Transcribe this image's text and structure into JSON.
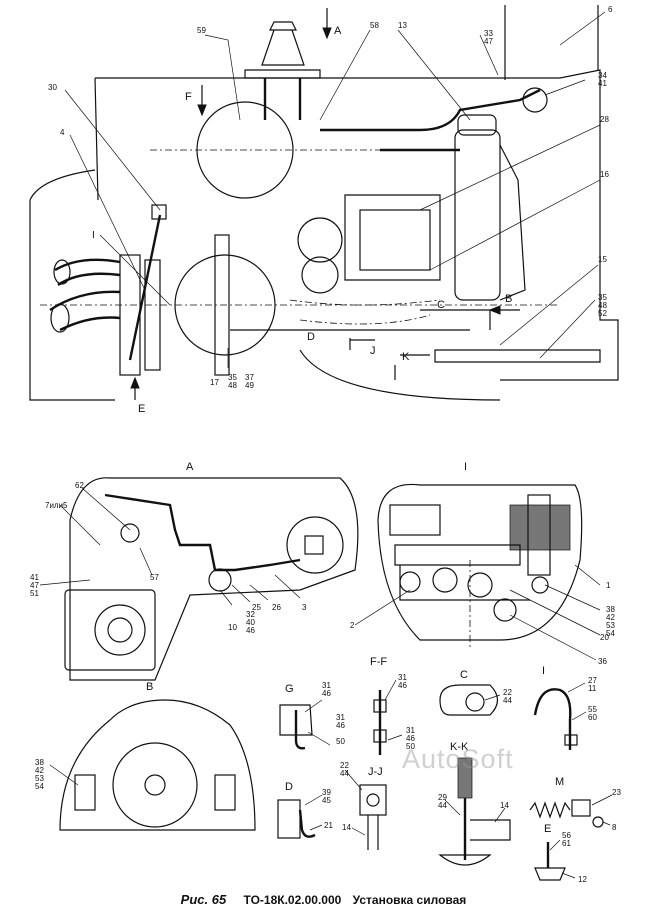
{
  "caption": {
    "fig": "Рис. 65",
    "code": "ТО-18К.02.00.000",
    "title": "Установка силовая"
  },
  "watermark": "AutoSoft",
  "views": {
    "A": "A",
    "I": "I",
    "B": "B",
    "G": "G",
    "F_F": "F-F",
    "C": "C",
    "I2": "I",
    "D": "D",
    "J_J": "J-J",
    "K_K": "K-K",
    "M": "M",
    "E": "E"
  },
  "main": {
    "arrows": {
      "A": "A",
      "F": "F",
      "B": "B",
      "C": "C",
      "D": "D",
      "J": "J",
      "K": "K",
      "E": "E"
    },
    "callouts": {
      "c59": "59",
      "c58": "58",
      "c13": "13",
      "c6": "6",
      "c33_47": "33\n47",
      "c34_41": "34\n41",
      "c30": "30",
      "c4": "4",
      "c28": "28",
      "c16": "16",
      "cI": "I",
      "c15": "15",
      "c35_48_52": "35\n48\n52",
      "c17": "17",
      "c35_48": "35\n48",
      "c37_49": "37\n49"
    }
  },
  "viewA": {
    "c62": "62",
    "c7ili5": "7или5",
    "c41_47_51": "41\n47\n51",
    "c57": "57",
    "c10": "10",
    "c32_40_46": "32\n40\n46",
    "c25": "25",
    "c26": "26",
    "c3": "3"
  },
  "viewI": {
    "c1": "1",
    "c2": "2",
    "c38_42_53_54": "38\n42\n53\n54",
    "c20": "20",
    "c36": "36"
  },
  "viewB": {
    "c38_42_53_54": "38\n42\n53\n54"
  },
  "viewG": {
    "c31_46a": "31\n46",
    "c31_46b": "31\n46",
    "c50": "50"
  },
  "viewFF": {
    "c31_46a": "31\n46",
    "c31_46_50": "31\n46\n50"
  },
  "viewC": {
    "c22_44": "22\n44"
  },
  "viewI2": {
    "c27_11": "27\n11",
    "c55_60": "55\n60"
  },
  "viewD": {
    "c39_45": "39\n45",
    "c21": "21"
  },
  "viewJJ": {
    "c22_44": "22\n44",
    "c14": "14"
  },
  "viewKK": {
    "c29_44": "29\n44",
    "c14": "14"
  },
  "viewM": {
    "c23": "23",
    "c8": "8"
  },
  "viewE": {
    "c56_61": "56\n61",
    "c12": "12"
  }
}
